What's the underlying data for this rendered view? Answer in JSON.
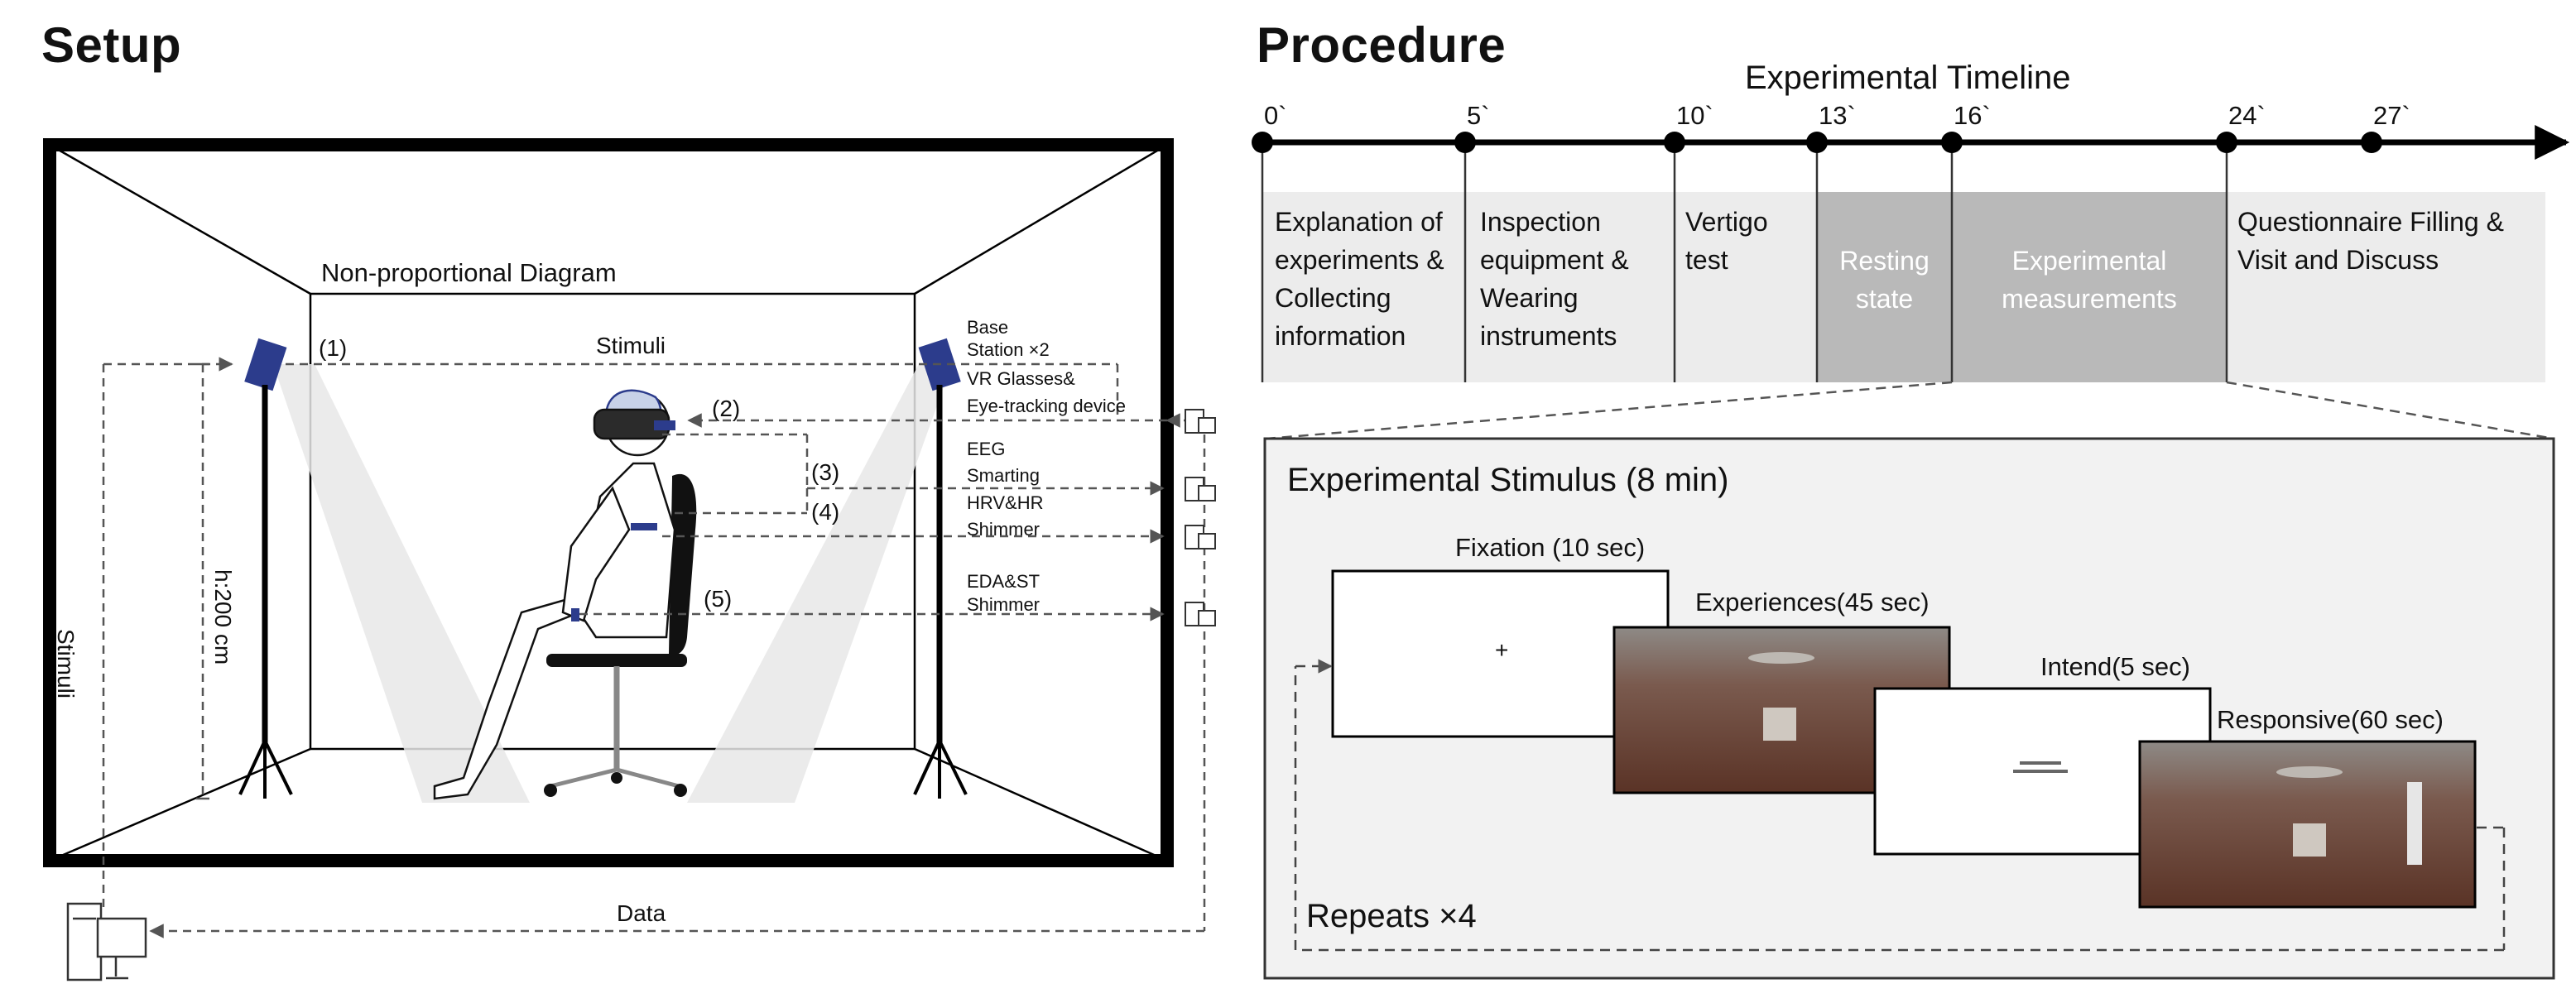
{
  "setup": {
    "heading": "Setup",
    "diagram_note": "Non-proportional Diagram",
    "stimuli_top": "Stimuli",
    "stimuli_side": "Stimuli",
    "height_label": "h:200 cm",
    "data_label": "Data",
    "markers": [
      "(1)",
      "(2)",
      "(3)",
      "(4)",
      "(5)"
    ],
    "devices": {
      "base_station_line1": "Base",
      "base_station_line2": "Station ×2",
      "vr_line1": "VR Glasses&",
      "vr_line2": "Eye-tracking device",
      "eeg_line1": "EEG",
      "eeg_line2": "Smarting",
      "hrv_line1": "HRV&HR",
      "hrv_line2": "Shimmer",
      "eda_line1": "EDA&ST",
      "eda_line2": "Shimmer"
    }
  },
  "procedure": {
    "heading": "Procedure",
    "timeline_title": "Experimental Timeline",
    "ticks": [
      "0`",
      "5`",
      "10`",
      "13`",
      "16`",
      "24`",
      "27`"
    ],
    "phases": {
      "p1": [
        "Explanation of",
        "experiments &",
        "Collecting",
        "information"
      ],
      "p2": [
        "Inspection",
        "equipment &",
        "Wearing",
        "instruments"
      ],
      "p3": [
        "Vertigo",
        "test"
      ],
      "p4": [
        "Resting",
        "state"
      ],
      "p5": [
        "Experimental",
        "measurements"
      ],
      "p6": [
        "Questionnaire Filling &",
        "Visit and Discuss"
      ]
    },
    "stimulus": {
      "title": "Experimental Stimulus (8 min)",
      "fixation": "Fixation (10 sec)",
      "fixation_mark": "+",
      "experiences": "Experiences(45 sec)",
      "intend": "Intend(5 sec)",
      "responsive": "Responsive(60 sec)",
      "repeats": "Repeats ×4"
    }
  }
}
